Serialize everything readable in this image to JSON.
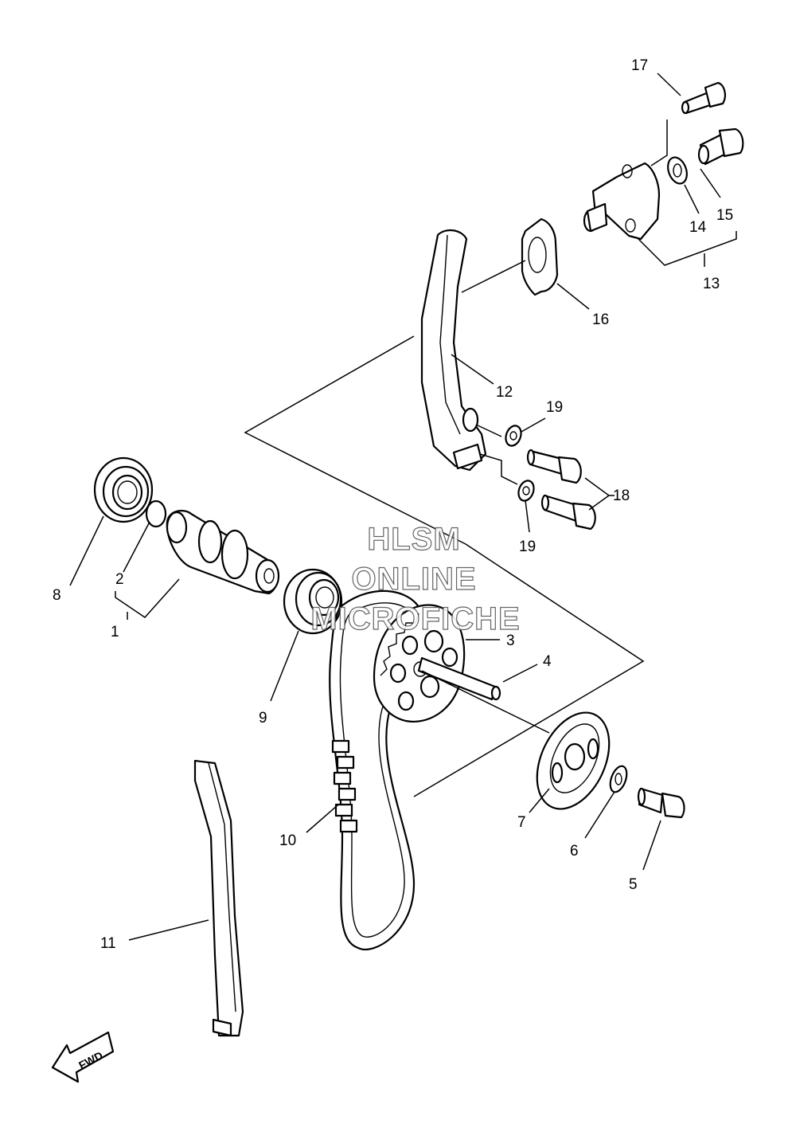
{
  "watermark": {
    "line1": "HLSM",
    "line2": "ONLINE",
    "line3": "MICROFICHE"
  },
  "direction_label": "FWD",
  "callouts": {
    "n1": "1",
    "n2": "2",
    "n3": "3",
    "n4": "4",
    "n5": "5",
    "n6": "6",
    "n7": "7",
    "n8": "8",
    "n9": "9",
    "n10": "10",
    "n11": "11",
    "n12": "12",
    "n13": "13",
    "n14": "14",
    "n15": "15",
    "n16": "16",
    "n17": "17",
    "n18": "18",
    "n19a": "19",
    "n19b": "19"
  }
}
